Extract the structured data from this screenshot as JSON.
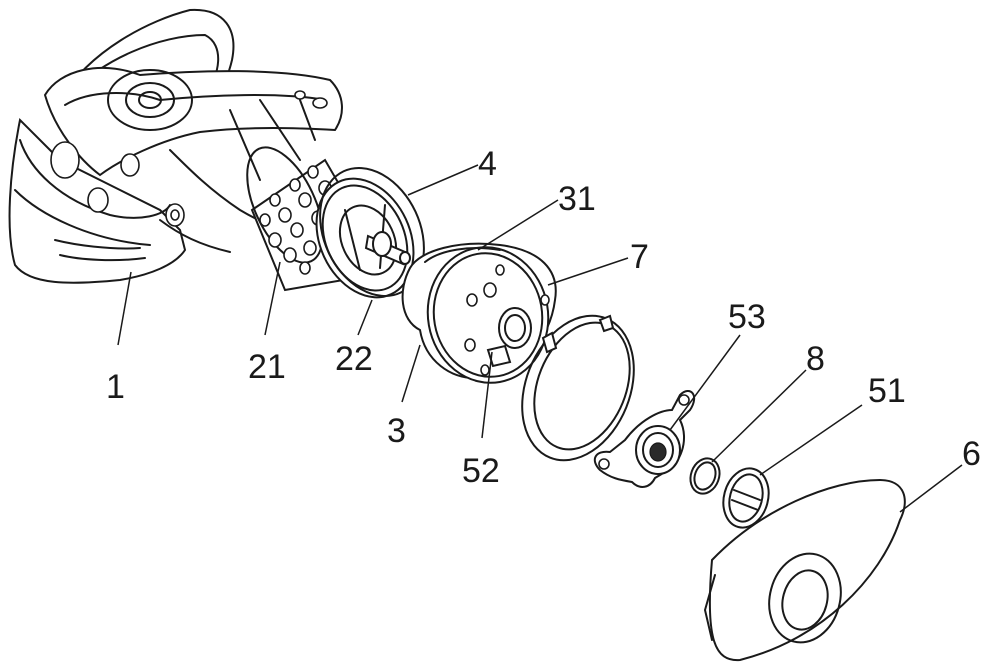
{
  "labels": {
    "p1": "1",
    "p21": "21",
    "p22": "22",
    "p3": "3",
    "p31": "31",
    "p4": "4",
    "p52": "52",
    "p53": "53",
    "p7": "7",
    "p8": "8",
    "p51": "51",
    "p6": "6"
  },
  "colors": {
    "stroke": "#1a1a1a",
    "background": "#ffffff"
  }
}
